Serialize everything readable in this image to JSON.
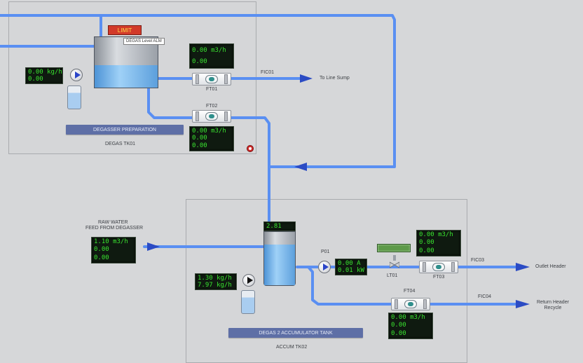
{
  "colors": {
    "pipe": "#5a8ff2",
    "background": "#d6d7d9",
    "lcd_text": "#39e22f",
    "namebar": "#5e6fa6"
  },
  "upper_unit": {
    "title_bar": "DEGASSER PREPARATION",
    "subtitle": "DEGAS TK01",
    "alarm_tag": "LIMIT",
    "tooltip": "DEGAS Level ALM",
    "dose_lcd": [
      "0.00 kg/h",
      "0.00"
    ],
    "outlet_lcd": [
      "0.00 m3/h",
      "0.00"
    ],
    "recycle_lcd": [
      "0.00 m3/h",
      "0.00",
      "0.00"
    ],
    "outlet_tag": "FT01",
    "recycle_tag": "FT02",
    "line_tag": "FIC01",
    "destination": "To Line Sump"
  },
  "lower_unit": {
    "title_bar": "DEGAS 2 ACCUMULATOR TANK",
    "subtitle": "ACCUM TK02",
    "feed_labels": [
      "RAW WATER",
      "FEED FROM DEGASSER"
    ],
    "feed_lcd": [
      "1.10 m3/h",
      "0.00",
      "0.00"
    ],
    "level_lcd": "2.81",
    "dose_lcd": [
      "1.30 kg/h",
      "7.97 kg/h"
    ],
    "pump_lcd": [
      "0.00 A",
      "0.01 kW"
    ],
    "pump_tag": "P01",
    "level_tag": "LT01",
    "meter1_lcd": [
      "0.00 m3/h",
      "0.00",
      "0.00"
    ],
    "meter1_tag": "FT03",
    "meter2_lcd": [
      "0.00 m3/h",
      "0.00",
      "0.00"
    ],
    "meter2_tag": "FT04",
    "line1_tag": "FIC03",
    "line2_tag": "FIC04",
    "dest1": "Outlet Header",
    "dest2": [
      "Return Header",
      "Recycle"
    ]
  }
}
